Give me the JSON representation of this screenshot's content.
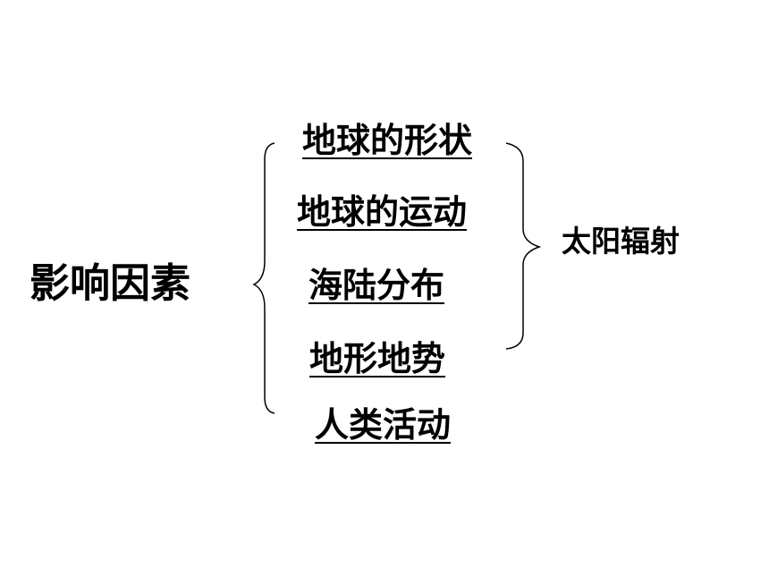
{
  "diagram": {
    "main_label": "影响因素",
    "factors": [
      "地球的形状",
      "地球的运动",
      "海陆分布",
      "地形地势",
      "人类活动"
    ],
    "grouped_result": "太阳辐射"
  }
}
